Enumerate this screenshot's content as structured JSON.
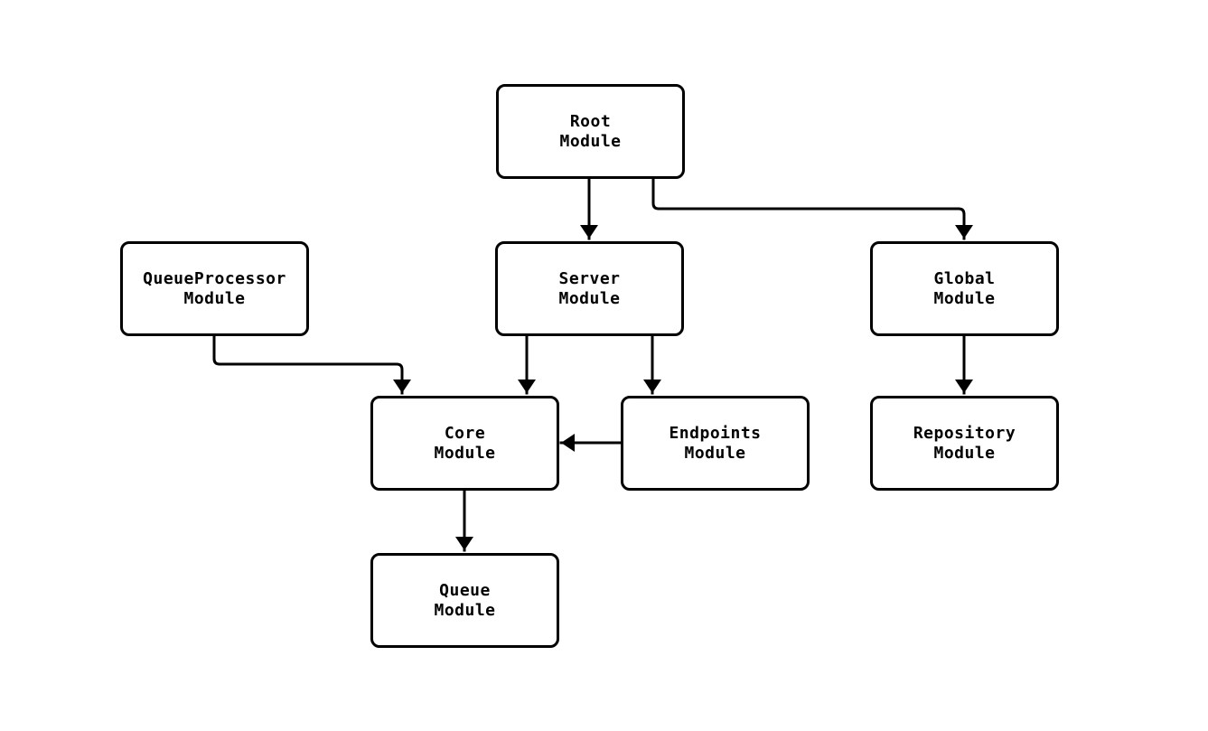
{
  "diagram": {
    "type": "module-dependency-flowchart",
    "nodes": [
      {
        "id": "root",
        "line1": "Root",
        "line2": "Module"
      },
      {
        "id": "queueprocessor",
        "line1": "QueueProcessor",
        "line2": "Module"
      },
      {
        "id": "server",
        "line1": "Server",
        "line2": "Module"
      },
      {
        "id": "global",
        "line1": "Global",
        "line2": "Module"
      },
      {
        "id": "core",
        "line1": "Core",
        "line2": "Module"
      },
      {
        "id": "endpoints",
        "line1": "Endpoints",
        "line2": "Module"
      },
      {
        "id": "repository",
        "line1": "Repository",
        "line2": "Module"
      },
      {
        "id": "queue",
        "line1": "Queue",
        "line2": "Module"
      }
    ],
    "edges": [
      {
        "from": "Root Module",
        "to": "Server Module"
      },
      {
        "from": "Root Module",
        "to": "Global Module"
      },
      {
        "from": "QueueProcessor Module",
        "to": "Core Module"
      },
      {
        "from": "Server Module",
        "to": "Core Module"
      },
      {
        "from": "Server Module",
        "to": "Endpoints Module"
      },
      {
        "from": "Endpoints Module",
        "to": "Core Module"
      },
      {
        "from": "Global Module",
        "to": "Repository Module"
      },
      {
        "from": "Core Module",
        "to": "Queue Module"
      }
    ],
    "colors": {
      "background": "#ffffff",
      "node_fill": "#ffffff",
      "node_border": "#000000",
      "edge": "#000000",
      "text": "#000000"
    }
  }
}
